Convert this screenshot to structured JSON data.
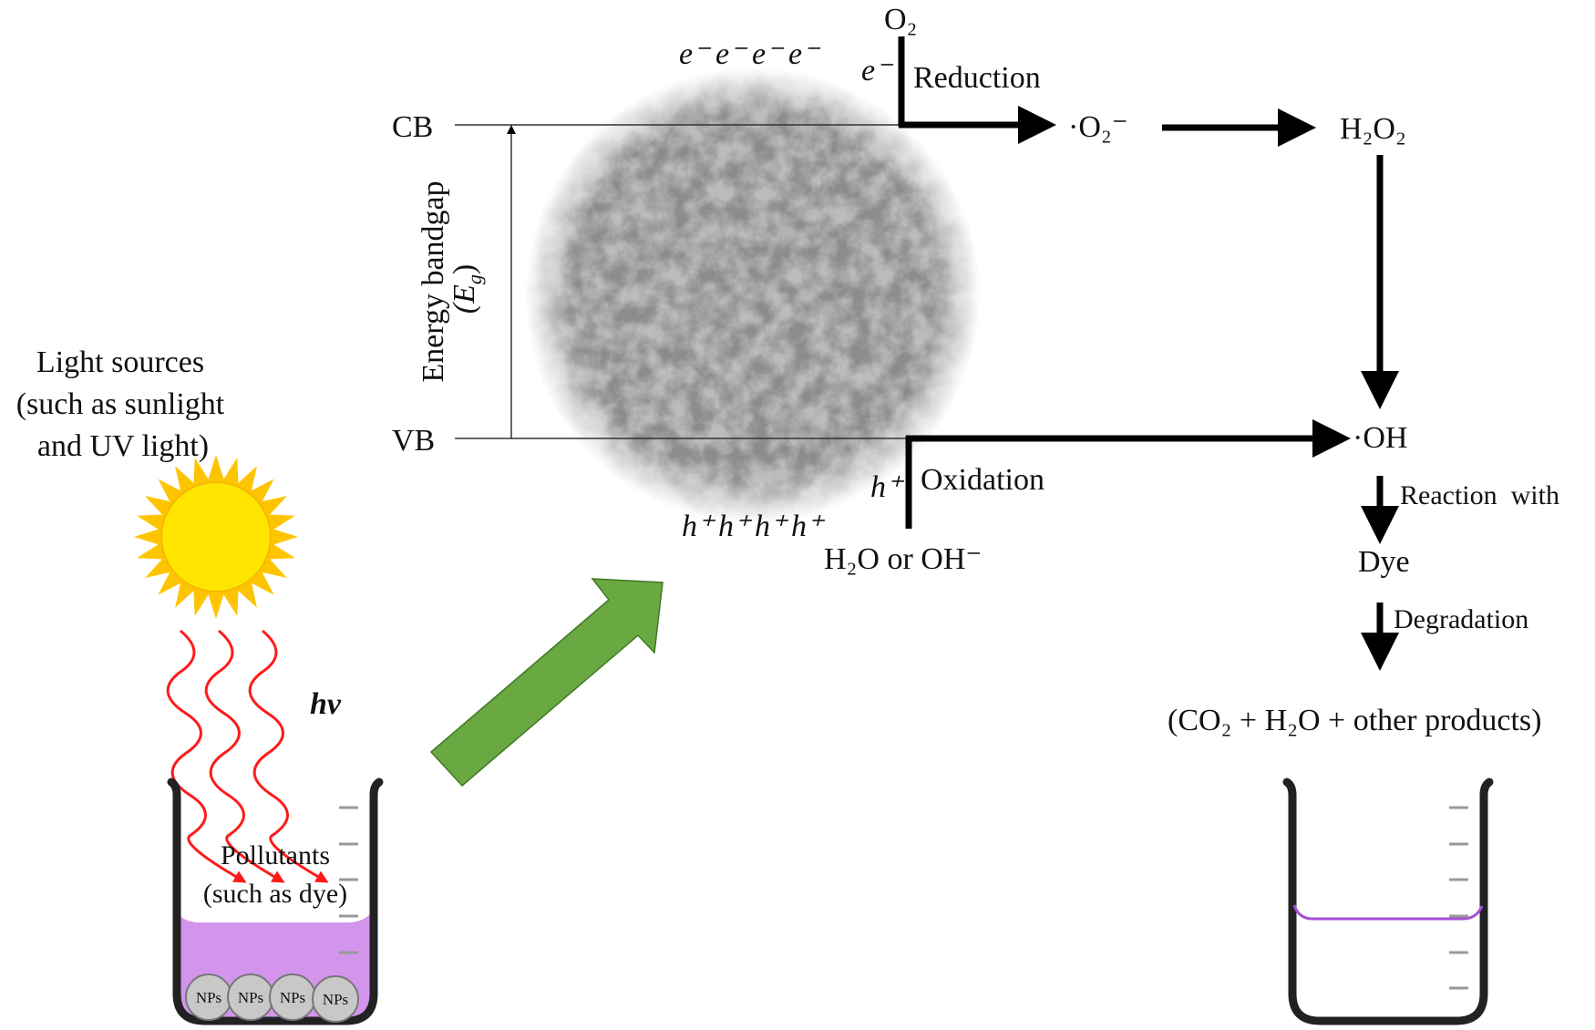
{
  "bands": {
    "cb": "CB",
    "vb": "VB"
  },
  "bandgap": {
    "label": "Energy bandgap",
    "symbol": "(E",
    "subscript": "g",
    "close": ")"
  },
  "electrons": [
    "e⁻",
    "e⁻",
    "e⁻",
    "e⁻"
  ],
  "holes": [
    "h⁺",
    "h⁺",
    "h⁺",
    "h⁺"
  ],
  "reduction": {
    "reactant": "O₂",
    "carrier": "e⁻",
    "label": "Reduction",
    "product": "·O₂⁻",
    "next": "H₂O₂"
  },
  "oxidation": {
    "reactant": "H₂O or OH⁻",
    "carrier": "h⁺",
    "label": "Oxidation",
    "product": "·OH"
  },
  "degradation": {
    "step1_label": "Reaction  with",
    "target": "Dye",
    "step2_label": "Degradation",
    "products": "(CO₂ + H₂O + other products)"
  },
  "light": {
    "line1": "Light sources",
    "line2": "(such as sunlight",
    "line3": "and UV light)",
    "photon": "hv"
  },
  "pollutants": {
    "line1": "Pollutants",
    "line2": "(such as dye)"
  },
  "nanoparticles": [
    "NPs",
    "NPs",
    "NPs",
    "NPs"
  ],
  "colors": {
    "dye": "#d395ec",
    "dye_line": "#a64fd6",
    "arrow_green": "#6aa842",
    "photon_red": "#ff1a1a",
    "sun": "#ffe400",
    "sun_rays": "#ffc400"
  }
}
